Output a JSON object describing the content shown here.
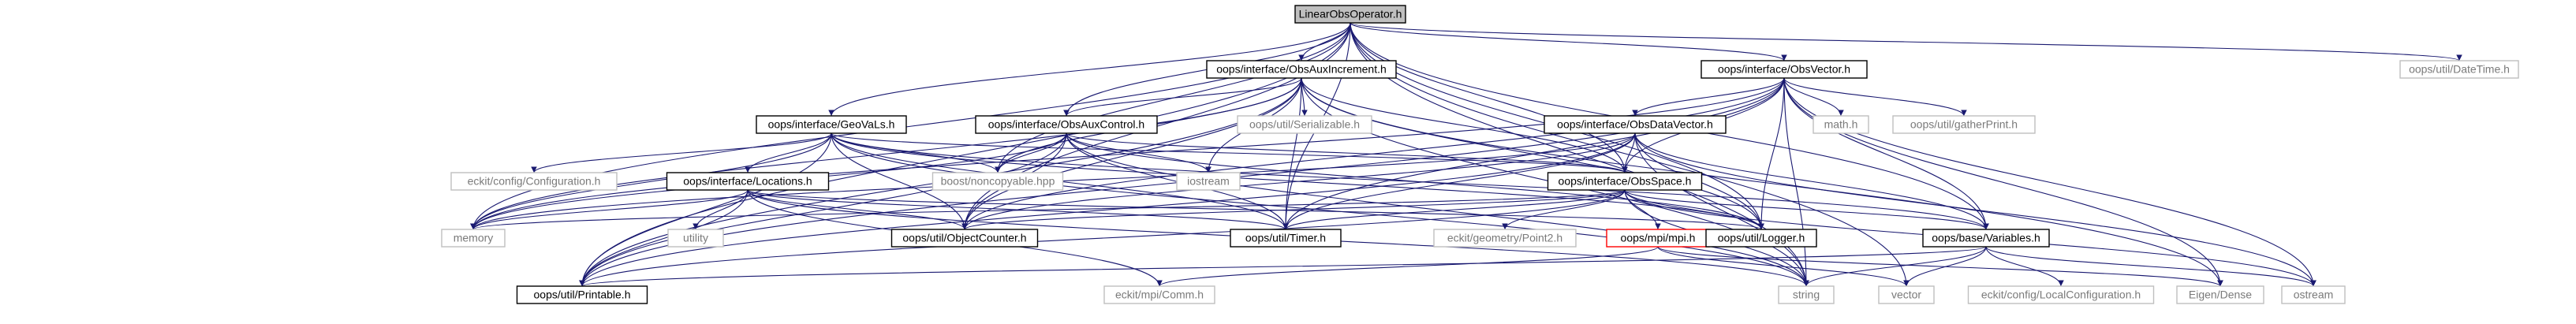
{
  "nodes": [
    {
      "id": "n0",
      "label": "LinearObsOperator.h",
      "style": "root"
    },
    {
      "id": "n1",
      "label": "oops/interface/ObsAuxIncrement.h",
      "style": "doc"
    },
    {
      "id": "n2",
      "label": "oops/interface/ObsVector.h",
      "style": "doc"
    },
    {
      "id": "n3",
      "label": "oops/util/DateTime.h",
      "style": "ext"
    },
    {
      "id": "n4",
      "label": "oops/interface/GeoVaLs.h",
      "style": "doc"
    },
    {
      "id": "n5",
      "label": "oops/interface/ObsAuxControl.h",
      "style": "doc"
    },
    {
      "id": "n6",
      "label": "oops/util/Serializable.h",
      "style": "ext"
    },
    {
      "id": "n7",
      "label": "oops/interface/ObsDataVector.h",
      "style": "doc"
    },
    {
      "id": "n8",
      "label": "math.h",
      "style": "ext"
    },
    {
      "id": "n9",
      "label": "oops/util/gatherPrint.h",
      "style": "ext"
    },
    {
      "id": "n10",
      "label": "eckit/config/Configuration.h",
      "style": "ext"
    },
    {
      "id": "n11",
      "label": "boost/noncopyable.hpp",
      "style": "ext"
    },
    {
      "id": "n12",
      "label": "iostream",
      "style": "ext"
    },
    {
      "id": "n13",
      "label": "oops/interface/Locations.h",
      "style": "doc"
    },
    {
      "id": "n14",
      "label": "oops/interface/ObsSpace.h",
      "style": "doc"
    },
    {
      "id": "n15",
      "label": "utility",
      "style": "ext"
    },
    {
      "id": "n16",
      "label": "eckit/geometry/Point2.h",
      "style": "ext"
    },
    {
      "id": "n17",
      "label": "oops/mpi/mpi.h",
      "style": "red"
    },
    {
      "id": "n18",
      "label": "oops/base/Variables.h",
      "style": "doc"
    },
    {
      "id": "n19",
      "label": "memory",
      "style": "ext"
    },
    {
      "id": "n20",
      "label": "oops/util/ObjectCounter.h",
      "style": "doc"
    },
    {
      "id": "n21",
      "label": "oops/util/Timer.h",
      "style": "doc"
    },
    {
      "id": "n22",
      "label": "oops/util/Logger.h",
      "style": "doc"
    },
    {
      "id": "n23",
      "label": "oops/util/Printable.h",
      "style": "doc"
    },
    {
      "id": "n24",
      "label": "eckit/mpi/Comm.h",
      "style": "ext"
    },
    {
      "id": "n25",
      "label": "string",
      "style": "ext"
    },
    {
      "id": "n26",
      "label": "vector",
      "style": "ext"
    },
    {
      "id": "n27",
      "label": "eckit/config/LocalConfiguration.h",
      "style": "ext"
    },
    {
      "id": "n28",
      "label": "Eigen/Dense",
      "style": "ext"
    },
    {
      "id": "n29",
      "label": "ostream",
      "style": "ext"
    }
  ],
  "edges": [
    [
      "n0",
      "n1"
    ],
    [
      "n0",
      "n2"
    ],
    [
      "n0",
      "n3"
    ],
    [
      "n0",
      "n4"
    ],
    [
      "n0",
      "n5"
    ],
    [
      "n0",
      "n14"
    ],
    [
      "n0",
      "n20"
    ],
    [
      "n0",
      "n21"
    ],
    [
      "n0",
      "n22"
    ],
    [
      "n0",
      "n23"
    ],
    [
      "n0",
      "n18"
    ],
    [
      "n0",
      "n25"
    ],
    [
      "n0",
      "n26"
    ],
    [
      "n0",
      "n19"
    ],
    [
      "n0",
      "n11"
    ],
    [
      "n1",
      "n5"
    ],
    [
      "n1",
      "n6"
    ],
    [
      "n1",
      "n14"
    ],
    [
      "n1",
      "n12"
    ],
    [
      "n1",
      "n19"
    ],
    [
      "n1",
      "n20"
    ],
    [
      "n1",
      "n21"
    ],
    [
      "n1",
      "n22"
    ],
    [
      "n1",
      "n23"
    ],
    [
      "n1",
      "n25"
    ],
    [
      "n1",
      "n28"
    ],
    [
      "n1",
      "n11"
    ],
    [
      "n2",
      "n7"
    ],
    [
      "n2",
      "n8"
    ],
    [
      "n2",
      "n9"
    ],
    [
      "n2",
      "n14"
    ],
    [
      "n2",
      "n18"
    ],
    [
      "n2",
      "n19"
    ],
    [
      "n2",
      "n20"
    ],
    [
      "n2",
      "n21"
    ],
    [
      "n2",
      "n22"
    ],
    [
      "n2",
      "n23"
    ],
    [
      "n2",
      "n25"
    ],
    [
      "n2",
      "n28"
    ],
    [
      "n2",
      "n29"
    ],
    [
      "n4",
      "n10"
    ],
    [
      "n4",
      "n11"
    ],
    [
      "n4",
      "n13"
    ],
    [
      "n4",
      "n14"
    ],
    [
      "n4",
      "n19"
    ],
    [
      "n4",
      "n20"
    ],
    [
      "n4",
      "n21"
    ],
    [
      "n4",
      "n22"
    ],
    [
      "n4",
      "n23"
    ],
    [
      "n4",
      "n25"
    ],
    [
      "n4",
      "n18"
    ],
    [
      "n5",
      "n11"
    ],
    [
      "n5",
      "n12"
    ],
    [
      "n5",
      "n14"
    ],
    [
      "n5",
      "n19"
    ],
    [
      "n5",
      "n20"
    ],
    [
      "n5",
      "n21"
    ],
    [
      "n5",
      "n22"
    ],
    [
      "n5",
      "n23"
    ],
    [
      "n5",
      "n25"
    ],
    [
      "n7",
      "n14"
    ],
    [
      "n7",
      "n18"
    ],
    [
      "n7",
      "n19"
    ],
    [
      "n7",
      "n20"
    ],
    [
      "n7",
      "n21"
    ],
    [
      "n7",
      "n22"
    ],
    [
      "n7",
      "n23"
    ],
    [
      "n7",
      "n25"
    ],
    [
      "n7",
      "n29"
    ],
    [
      "n13",
      "n15"
    ],
    [
      "n13",
      "n19"
    ],
    [
      "n13",
      "n20"
    ],
    [
      "n13",
      "n21"
    ],
    [
      "n13",
      "n22"
    ],
    [
      "n13",
      "n23"
    ],
    [
      "n13",
      "n24"
    ],
    [
      "n13",
      "n25"
    ],
    [
      "n14",
      "n16"
    ],
    [
      "n14",
      "n17"
    ],
    [
      "n14",
      "n18"
    ],
    [
      "n14",
      "n19"
    ],
    [
      "n14",
      "n20"
    ],
    [
      "n14",
      "n21"
    ],
    [
      "n14",
      "n22"
    ],
    [
      "n14",
      "n23"
    ],
    [
      "n14",
      "n25"
    ],
    [
      "n14",
      "n29"
    ],
    [
      "n17",
      "n24"
    ],
    [
      "n17",
      "n26"
    ],
    [
      "n17",
      "n28"
    ],
    [
      "n18",
      "n23"
    ],
    [
      "n18",
      "n25"
    ],
    [
      "n18",
      "n26"
    ],
    [
      "n18",
      "n27"
    ],
    [
      "n18",
      "n29"
    ]
  ]
}
